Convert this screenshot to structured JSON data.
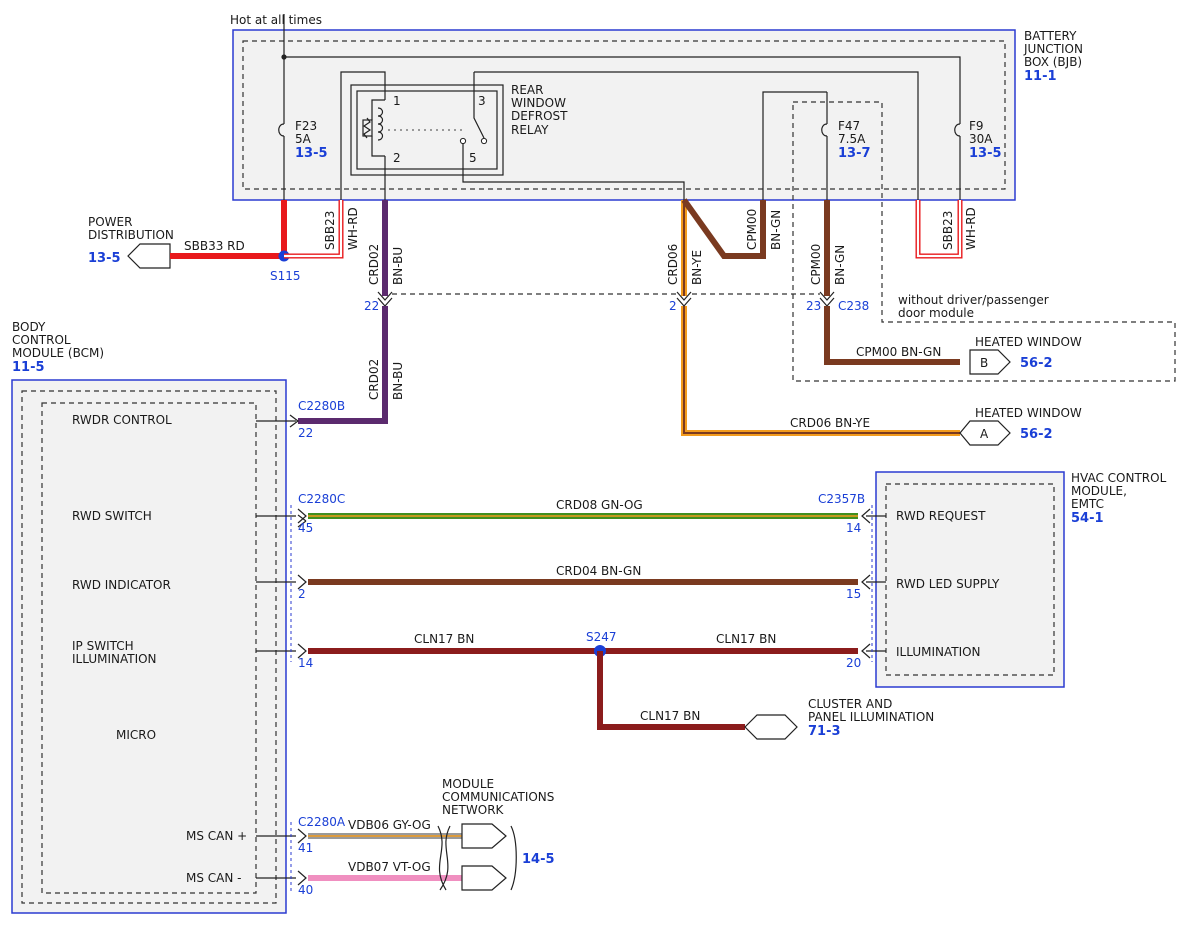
{
  "top": {
    "hot_label": "Hot at all times"
  },
  "bjb": {
    "line1": "BATTERY",
    "line2": "JUNCTION",
    "line3": "BOX (BJB)",
    "ref": "11-1"
  },
  "relay": {
    "line1": "REAR",
    "line2": "WINDOW",
    "line3": "DEFROST",
    "line4": "RELAY",
    "pin1": "1",
    "pin2": "2",
    "pin3": "3",
    "pin5": "5"
  },
  "fuses": {
    "f23": {
      "name": "F23",
      "rating": "5A",
      "ref": "13-5"
    },
    "f47": {
      "name": "F47",
      "rating": "7.5A",
      "ref": "13-7"
    },
    "f9": {
      "name": "F9",
      "rating": "30A",
      "ref": "13-5"
    }
  },
  "power_dist": {
    "line1": "POWER",
    "line2": "DISTRIBUTION",
    "ref": "13-5",
    "wire": "SBB33 RD",
    "splice": "S115"
  },
  "wires_top": {
    "sbb23_left": "SBB23",
    "whrd_left": "WH-RD",
    "crd02_upper": "CRD02",
    "bnbu_upper": "BN-BU",
    "crd06": "CRD06",
    "bnye": "BN-YE",
    "cpm00_a": "CPM00",
    "bngn_a": "BN-GN",
    "cpm00_b": "CPM00",
    "bngn_b": "BN-GN",
    "sbb23_right": "SBB23",
    "whrd_right": "WH-RD",
    "crd02_lower": "CRD02",
    "bnbu_lower": "BN-BU"
  },
  "inline_pins": {
    "p22": "22",
    "p2": "2",
    "p23": "23",
    "c238": "C238"
  },
  "option_note": {
    "line1": "without driver/passenger",
    "line2": "door module"
  },
  "heated_b": {
    "wire": "CPM00 BN-GN",
    "letter": "B",
    "title": "HEATED WINDOW",
    "ref": "56-2"
  },
  "heated_a": {
    "wire": "CRD06 BN-YE",
    "letter": "A",
    "title": "HEATED WINDOW",
    "ref": "56-2"
  },
  "bcm": {
    "line1": "BODY",
    "line2": "CONTROL",
    "line3": "MODULE (BCM)",
    "ref": "11-5",
    "rwdr_control": "RWDR CONTROL",
    "rwd_switch": "RWD SWITCH",
    "rwd_indicator": "RWD INDICATOR",
    "ip_switch_1": "IP SWITCH",
    "ip_switch_2": "ILLUMINATION",
    "micro": "MICRO",
    "ms_can_plus": "MS CAN +",
    "ms_can_minus": "MS CAN -"
  },
  "bcm_conn": {
    "c2280b": "C2280B",
    "pin22": "22",
    "c2280c": "C2280C",
    "pin45": "45",
    "pin2": "2",
    "pin14": "14",
    "c2280a": "C2280A",
    "pin41": "41",
    "pin40": "40"
  },
  "hvac": {
    "line1": "HVAC CONTROL",
    "line2": "MODULE,",
    "line3": "EMTC",
    "ref": "54-1",
    "rwd_request": "RWD REQUEST",
    "rwd_led": "RWD LED SUPPLY",
    "illumination": "ILLUMINATION",
    "c2357b": "C2357B",
    "pin14": "14",
    "pin15": "15",
    "pin20": "20"
  },
  "mid_wires": {
    "crd08": "CRD08 GN-OG",
    "crd04": "CRD04 BN-GN",
    "cln17_left": "CLN17 BN",
    "cln17_right": "CLN17 BN",
    "cln17_down": "CLN17 BN",
    "splice": "S247"
  },
  "cluster": {
    "line1": "CLUSTER AND",
    "line2": "PANEL ILLUMINATION",
    "ref": "71-3"
  },
  "network": {
    "line1": "MODULE",
    "line2": "COMMUNICATIONS",
    "line3": "NETWORK",
    "ref": "14-5",
    "vdb06": "VDB06 GY-OG",
    "vdb07": "VDB07 VT-OG"
  },
  "colors": {
    "red": "#e8191c",
    "purple": "#5b2a6e",
    "brown": "#7a3a20",
    "orange": "#f29b1d",
    "green": "#3f8f1f",
    "dark_red": "#8b1c1c",
    "gray": "#9a9a9a",
    "pink": "#f08fc0",
    "blue": "#1a3fd6"
  }
}
